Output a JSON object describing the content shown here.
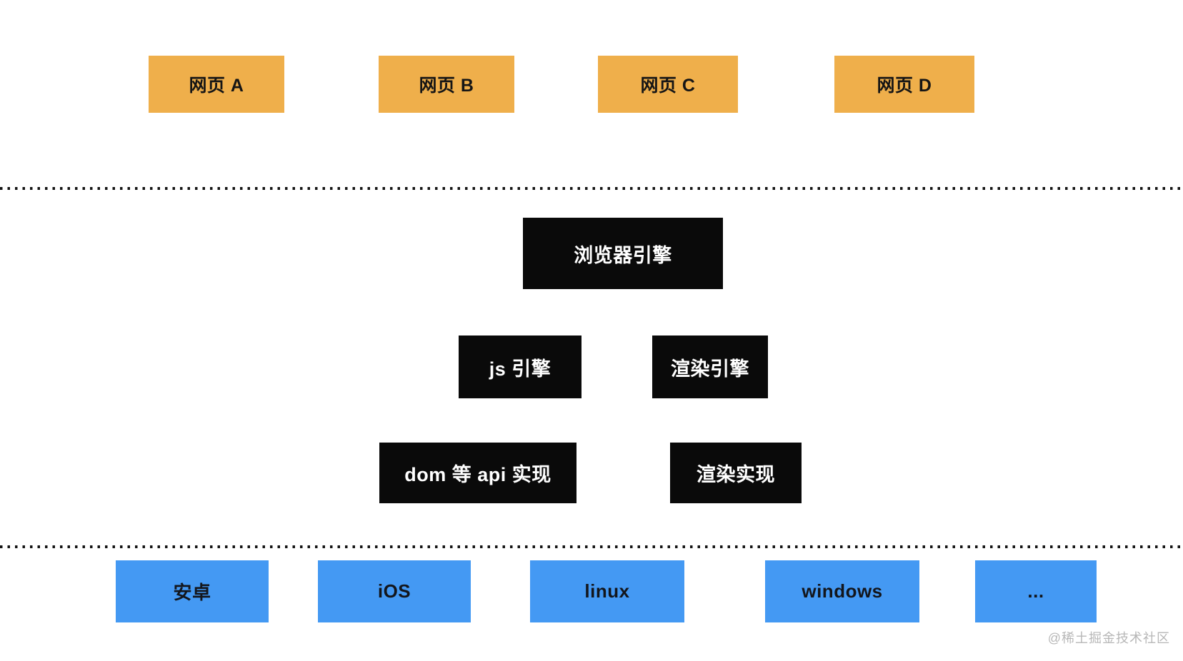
{
  "diagram": {
    "title_hint": "browser architecture layers diagram",
    "colors": {
      "background": "#FFFFFF",
      "web_page_fill": "#EFAF4B",
      "engine_fill": "#0A0A0A",
      "engine_text": "#FFFFFF",
      "platform_fill": "#4499F3",
      "box_text": "#151515",
      "separator_dots": "#151515",
      "watermark_text": "#B7B7B7"
    },
    "web_pages": [
      "网页 A",
      "网页 B",
      "网页 C",
      "网页 D"
    ],
    "engine_layer": {
      "browser_engine": "浏览器引擎",
      "js_engine": "js 引擎",
      "render_engine": "渲染引擎",
      "dom_api": "dom 等 api 实现",
      "render_impl": "渲染实现"
    },
    "platforms": [
      "安卓",
      "iOS",
      "linux",
      "windows",
      "..."
    ],
    "watermark": "@稀土掘金技术社区"
  }
}
